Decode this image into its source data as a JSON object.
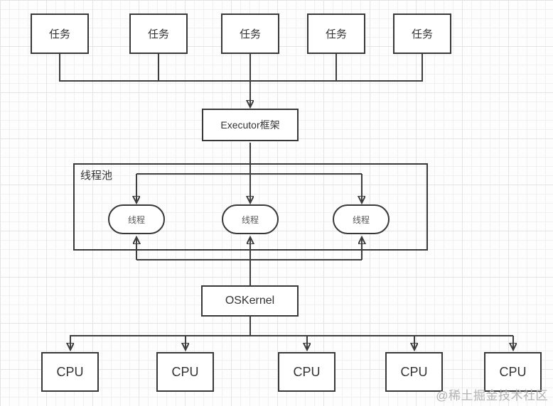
{
  "nodes": {
    "tasks": [
      {
        "label": "任务"
      },
      {
        "label": "任务"
      },
      {
        "label": "任务"
      },
      {
        "label": "任务"
      },
      {
        "label": "任务"
      }
    ],
    "executor": {
      "label": "Executor框架"
    },
    "thread_pool": {
      "label": "线程池",
      "threads": [
        {
          "label": "线程"
        },
        {
          "label": "线程"
        },
        {
          "label": "线程"
        }
      ]
    },
    "os_kernel": {
      "label": "OSKernel"
    },
    "cpus": [
      {
        "label": "CPU"
      },
      {
        "label": "CPU"
      },
      {
        "label": "CPU"
      },
      {
        "label": "CPU"
      },
      {
        "label": "CPU"
      }
    ]
  },
  "watermark": {
    "text": "@稀土掘金技术社区"
  },
  "colors": {
    "line": "#3d3d3d",
    "box_border": "#383838",
    "box_fill": "#ffffff",
    "text": "#333333",
    "thread_text": "#595959",
    "watermark": "#b3b3b3",
    "grid_minor": "#f0f0f0",
    "grid_major": "#e4e4e4",
    "background": "#fdfdfd"
  }
}
